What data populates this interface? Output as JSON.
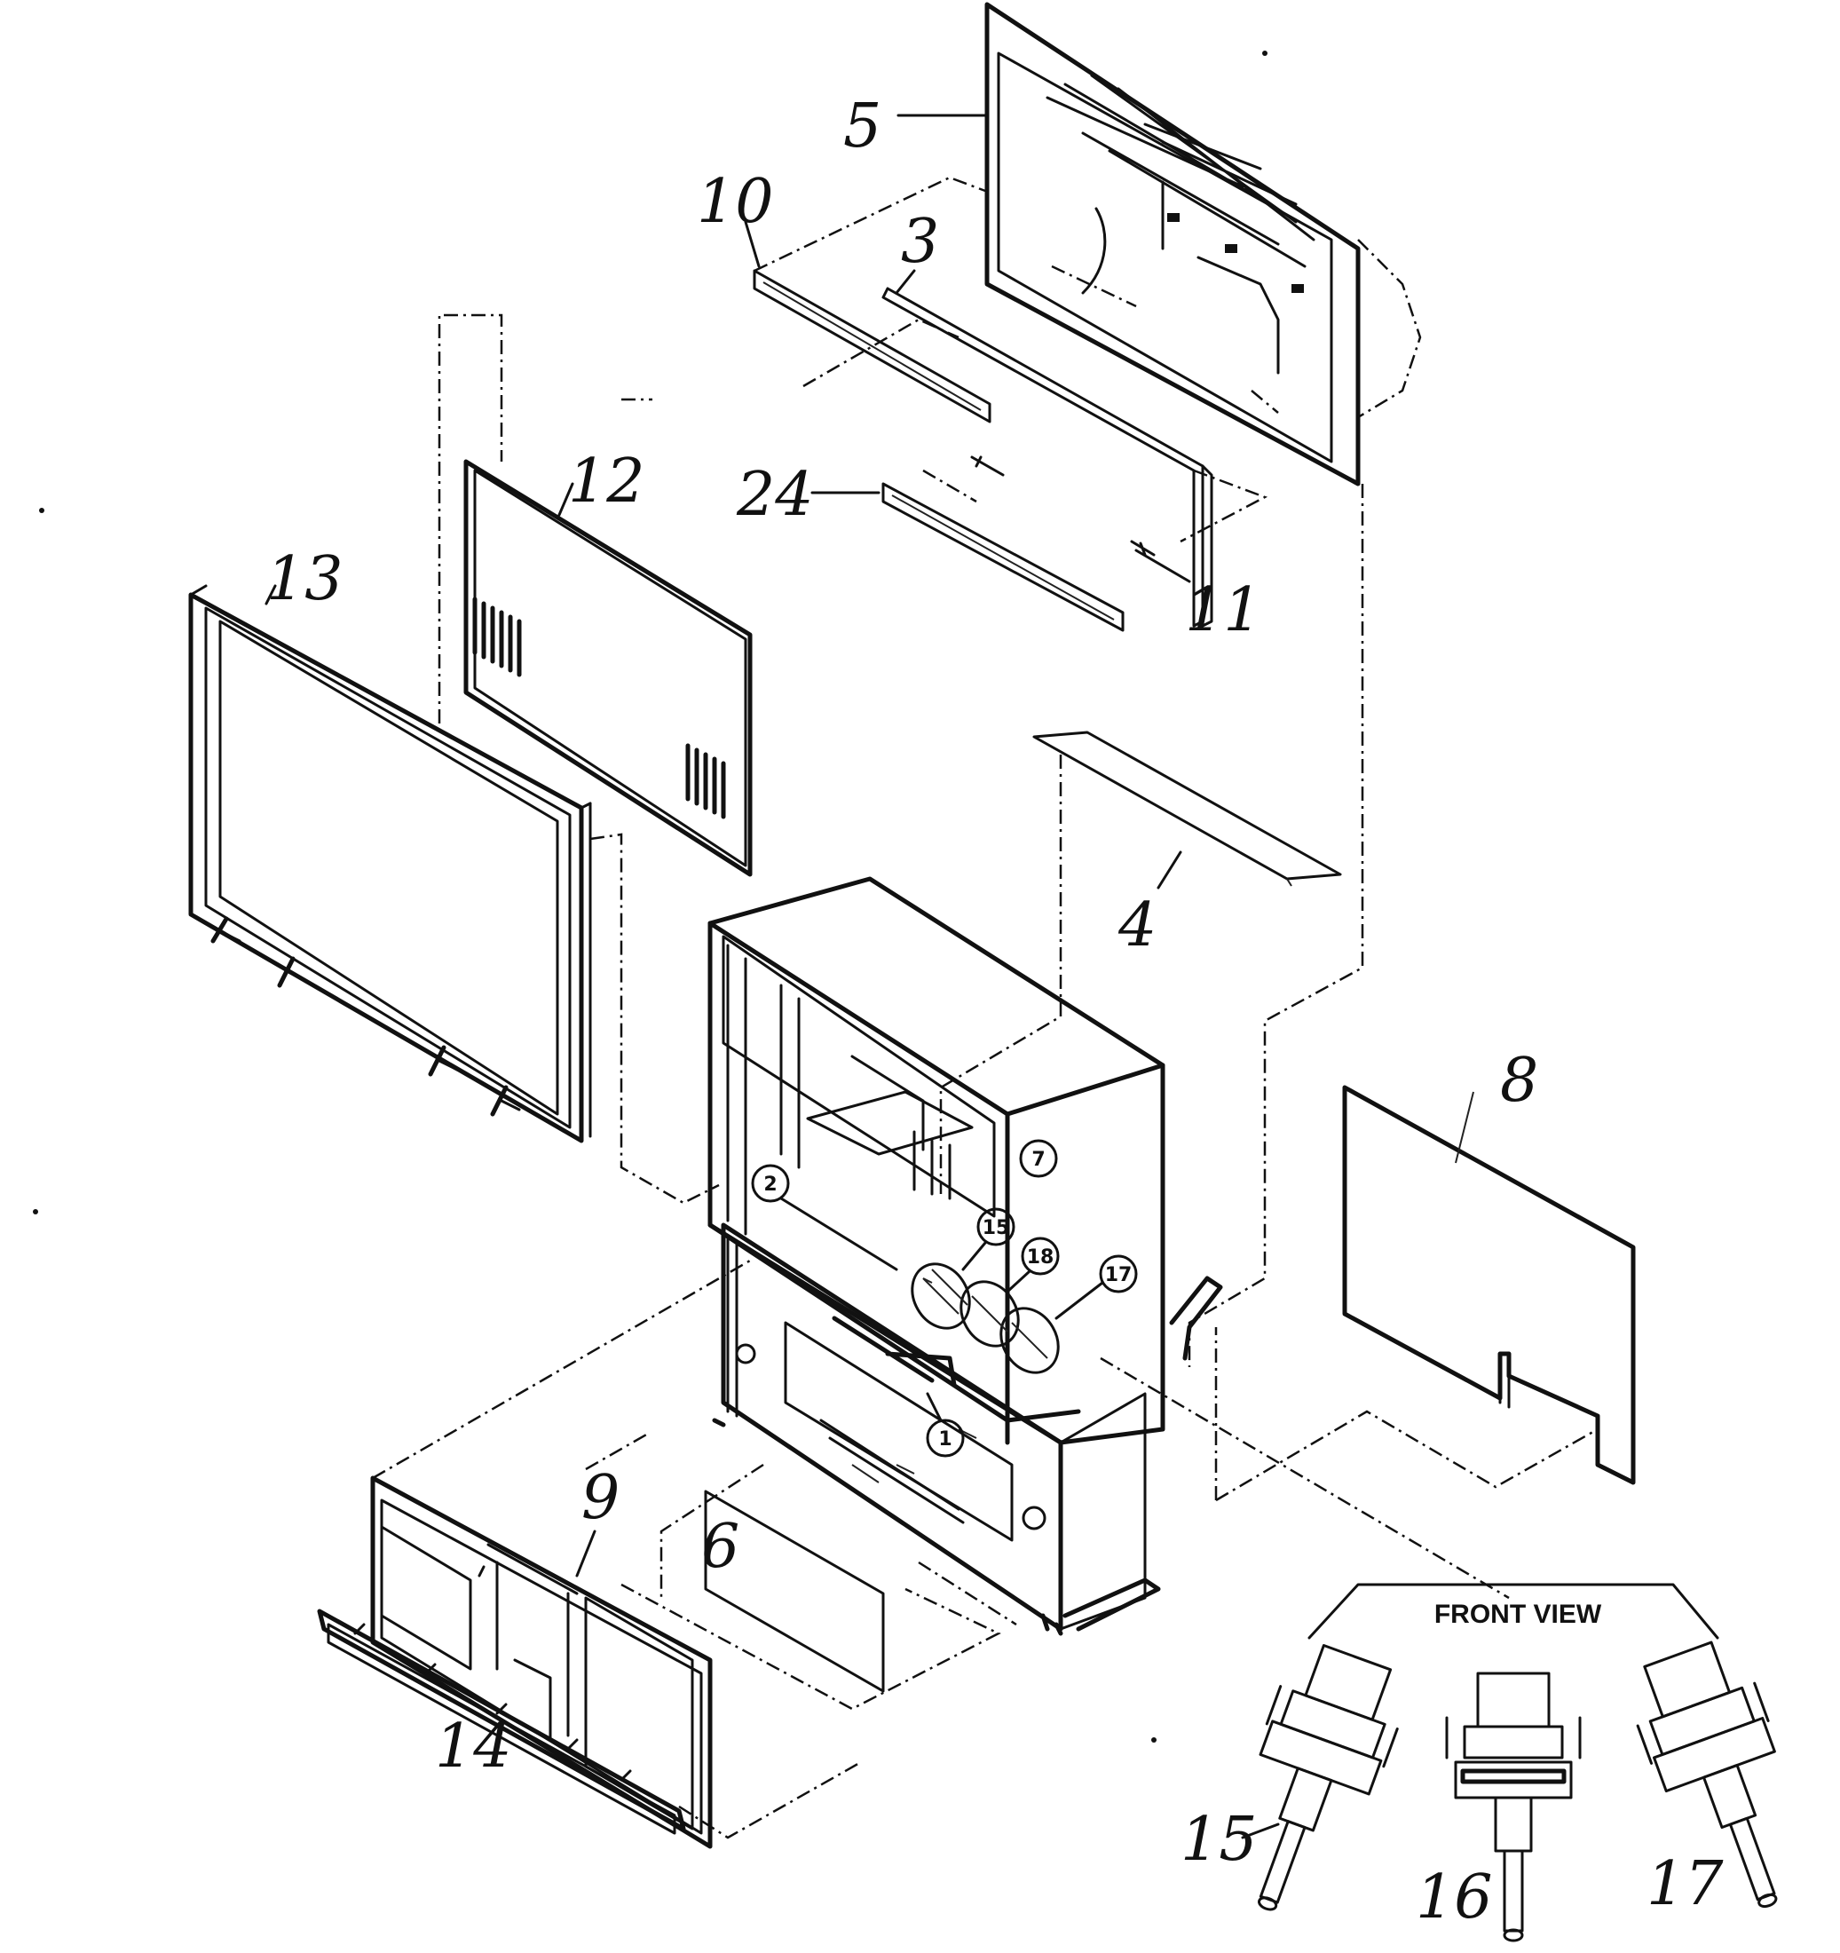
{
  "callouts": {
    "c1": "1",
    "c2": "2",
    "c3": "3",
    "c4": "4",
    "c5": "5",
    "c6": "6",
    "c7": "7",
    "c8": "8",
    "c9": "9",
    "c10": "10",
    "c11": "11",
    "c12": "12",
    "c13": "13",
    "c14": "14",
    "c15": "15",
    "c16": "16",
    "c17": "17",
    "c18": "18",
    "c24": "24"
  },
  "front_view": {
    "label": "FRONT VIEW"
  }
}
